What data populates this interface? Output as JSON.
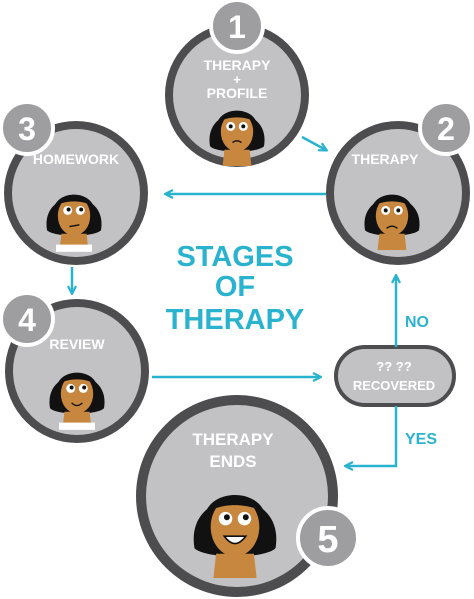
{
  "title": {
    "line1": "STAGES",
    "line2": "OF",
    "line3": "THERAPY"
  },
  "stages": [
    {
      "number": "1",
      "label_line1": "THERAPY",
      "label_line2": "+",
      "label_line3": "PROFILE"
    },
    {
      "number": "2",
      "label_line1": "THERAPY"
    },
    {
      "number": "3",
      "label_line1": "HOMEWORK"
    },
    {
      "number": "4",
      "label_line1": "REVIEW"
    },
    {
      "number": "5",
      "label_line1": "THERAPY",
      "label_line2": "ENDS"
    }
  ],
  "decision": {
    "marks": "?? ??",
    "label": "RECOVERED",
    "no_label": "NO",
    "yes_label": "YES"
  },
  "colors": {
    "accent": "#2ab3cf",
    "ring": "#4d4d4f",
    "disc": "#c2c2c4",
    "badge": "#9e9ea0",
    "skin": "#c8873f",
    "hair": "#111111"
  },
  "icons": [
    "person-face-icon",
    "arrow-right-icon",
    "arrow-left-icon",
    "arrow-down-icon",
    "arrow-up-icon"
  ]
}
